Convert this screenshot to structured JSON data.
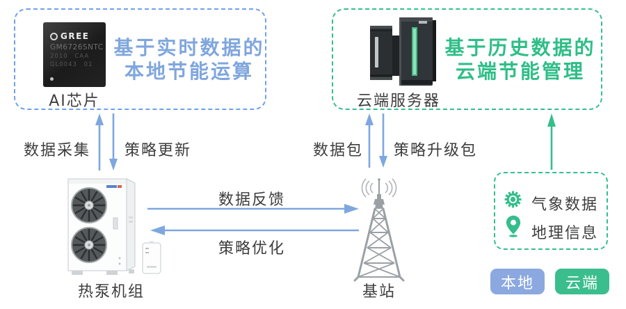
{
  "local_box": {
    "title_line1": "基于实时数据的",
    "title_line2": "本地节能运算",
    "chip_label": "AI芯片",
    "chip": {
      "brand": "GREE",
      "model": "GM6726SNTC",
      "batch": "2010 CAA",
      "code": "GL0043 01"
    }
  },
  "cloud_box": {
    "title_line1": "基于历史数据的",
    "title_line2": "云端节能管理",
    "server_label": "云端服务器"
  },
  "flows": {
    "data_collection": "数据采集",
    "strategy_update": "策略更新",
    "data_packet": "数据包",
    "strategy_upgrade_packet": "策略升级包",
    "data_feedback": "数据反馈",
    "strategy_optimization": "策略优化"
  },
  "nodes": {
    "heat_pump": "热泵机组",
    "base_station": "基站"
  },
  "inputs_box": {
    "weather": "气象数据",
    "geography": "地理信息"
  },
  "legend": {
    "local": "本地",
    "cloud": "云端"
  },
  "colors": {
    "local_accent": "#70a0e8",
    "local_title": "#7fa6de",
    "cloud_accent": "#35be8c",
    "cloud_title": "#2ebe87",
    "arrow_blue": "#7ea7e0",
    "badge_local_bg": "#8ba8e0",
    "badge_cloud_bg": "#3bbe8e",
    "text_dark": "#3d3d3d",
    "tower_grey": "#9aa0a4"
  }
}
